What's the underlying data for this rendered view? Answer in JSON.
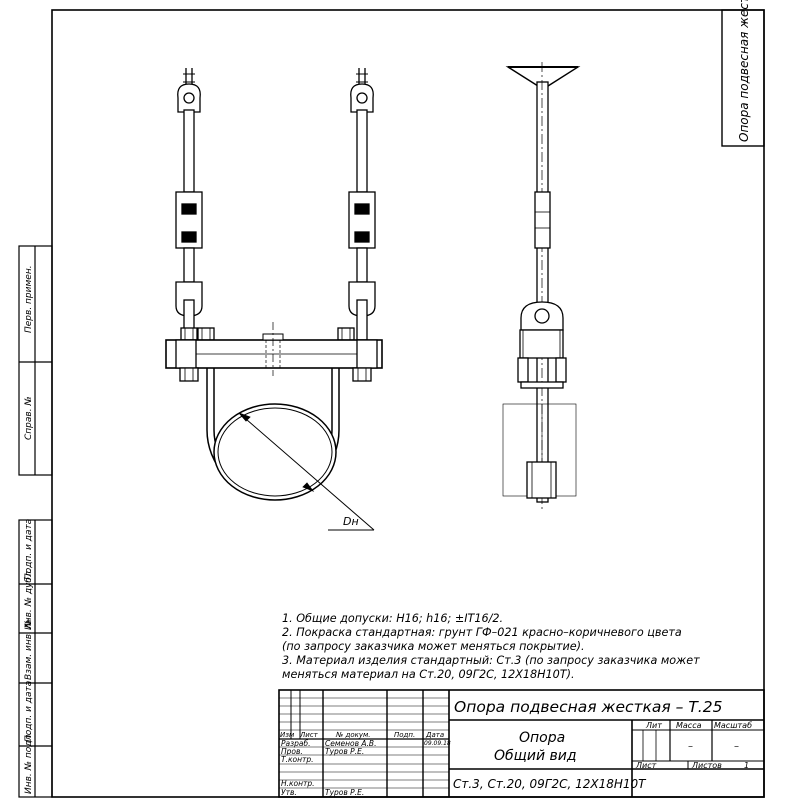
{
  "drawing": {
    "corner_title": "Опора подвесная жесткая – Т.25",
    "diameter_label": "Dн"
  },
  "notes": [
    "1. Общие допуски: H16; h16; ±IT16/2.",
    "2. Покраска стандартная: грунт ГФ–021 красно–коричневого цвета",
    "(по запросу заказчика может меняться покрытие).",
    "3. Материал изделия стандартный: Ст.3 (по запросу заказчика может",
    "меняться материал на Ст.20, 09Г2С, 12Х18Н10Т)."
  ],
  "side_stamp": {
    "perv_primen": "Перв. примен.",
    "sprav_no": "Справ. №",
    "podp_data_1": "Подп. и дата",
    "inv_dubl": "Инв. № дубл.",
    "vzam_inv": "Взам. инв. №",
    "podp_data_2": "Подп. и дата",
    "inv_podl": "Инв. № подл."
  },
  "title_block": {
    "designation": "Опора подвесная жесткая – Т.25",
    "name_line1": "Опора",
    "name_line2": "Общий вид",
    "material": "Ст.3, Ст.20, 09Г2С, 12Х18Н10Т",
    "headers": {
      "izm": "Изм",
      "list": "Лист",
      "doc_no": "№ докум.",
      "podp": "Подп.",
      "data": "Дата",
      "lit": "Лит",
      "massa": "Масса",
      "masshtab": "Масштаб",
      "sheet": "Лист",
      "sheets": "Листов"
    },
    "mass_value": "–",
    "scale_value": "–",
    "sheets_value": "1",
    "roles": {
      "razrab": "Разраб.",
      "prov": "Пров.",
      "tkontr": "Т.контр.",
      "nkontr": "Н.контр.",
      "utv": "Утв."
    },
    "people": {
      "razrab": "Семенов А.В.",
      "prov": "Туров Р.Е.",
      "utv": "Туров Р.Е."
    },
    "date_value": "09.09.18"
  },
  "colors": {
    "line": "#000000",
    "background": "#ffffff"
  }
}
